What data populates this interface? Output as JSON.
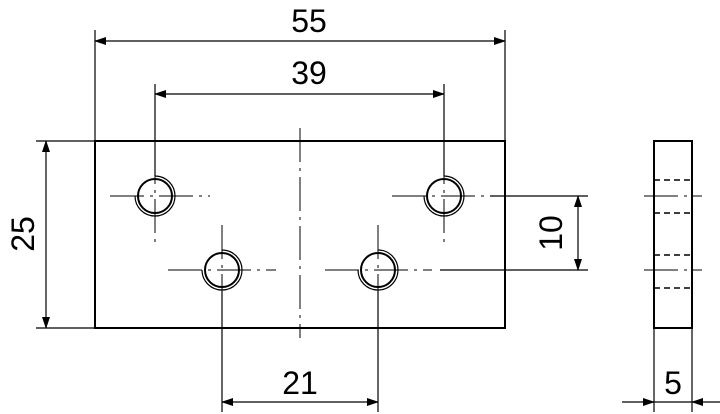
{
  "drawing": {
    "dimensions": {
      "overall_length": "55",
      "outer_hole_spacing": "39",
      "height": "25",
      "vertical_hole_offset": "10",
      "inner_hole_spacing": "21",
      "thickness": "5"
    },
    "views": [
      "front-view",
      "side-view"
    ],
    "holes": [
      {
        "name": "top-left-hole"
      },
      {
        "name": "top-right-hole"
      },
      {
        "name": "bottom-left-hole"
      },
      {
        "name": "bottom-right-hole"
      }
    ]
  }
}
